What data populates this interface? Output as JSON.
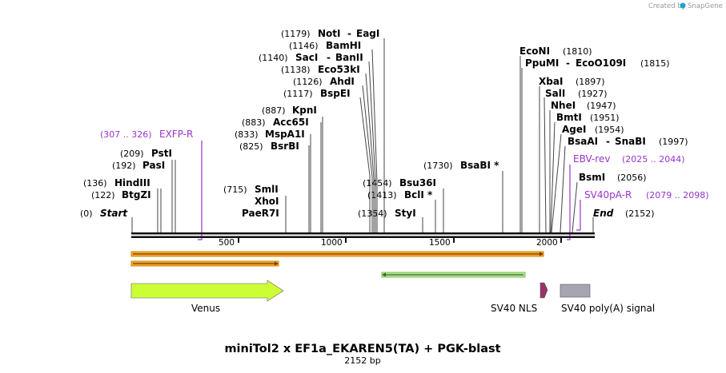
{
  "credit": {
    "text": "Created by",
    "brand": "SnapGene"
  },
  "map": {
    "title": "miniTol2 x EF1a_EKAREN5(TA) + PGK-blast",
    "length_label": "2152 bp",
    "total_bp": 2152,
    "start_label": "Start",
    "start_pos": "(0)",
    "end_label": "End",
    "end_pos": "(2152)",
    "ticks": [
      "500",
      "1000",
      "1500",
      "2000"
    ]
  },
  "enzymes": [
    {
      "pos": "(136)",
      "name": "HindIII",
      "bp": 136
    },
    {
      "pos": "(122)",
      "name": "BtgZI",
      "bp": 122
    },
    {
      "pos": "(209)",
      "name": "PstI",
      "bp": 209
    },
    {
      "pos": "(192)",
      "name": "PasI",
      "bp": 192
    },
    {
      "pos": "(715)",
      "name": "SmlI",
      "bp": 715
    },
    {
      "pos": "",
      "name": "XhoI",
      "bp": 715
    },
    {
      "pos": "",
      "name": "PaeR7I",
      "bp": 715
    },
    {
      "pos": "(887)",
      "name": "KpnI",
      "bp": 887
    },
    {
      "pos": "(883)",
      "name": "Acc65I",
      "bp": 883
    },
    {
      "pos": "(833)",
      "name": "MspA1I",
      "bp": 833
    },
    {
      "pos": "(825)",
      "name": "BsrBI",
      "bp": 825
    },
    {
      "pos": "(1179)",
      "name": "NotI",
      "name2": "EagI",
      "bp": 1179
    },
    {
      "pos": "(1146)",
      "name": "BamHI",
      "bp": 1146
    },
    {
      "pos": "(1140)",
      "name": "SacI",
      "name2": "BanII",
      "bp": 1140
    },
    {
      "pos": "(1138)",
      "name": "Eco53kI",
      "bp": 1138
    },
    {
      "pos": "(1126)",
      "name": "AhdI",
      "bp": 1126
    },
    {
      "pos": "(1117)",
      "name": "BspEI",
      "bp": 1117
    },
    {
      "pos": "(1454)",
      "name": "Bsu36I",
      "bp": 1454
    },
    {
      "pos": "(1413)",
      "name": "BclI *",
      "bp": 1413
    },
    {
      "pos": "(1354)",
      "name": "StyI",
      "bp": 1354
    },
    {
      "pos": "(1730)",
      "name": "BsaBI *",
      "bp": 1730
    },
    {
      "pos": "(1810)",
      "name": "EcoNI",
      "bp": 1810
    },
    {
      "pos": "(1815)",
      "name": "PpuMI",
      "name2": "EcoO109I",
      "bp": 1815
    },
    {
      "pos": "(1897)",
      "name": "XbaI",
      "bp": 1897
    },
    {
      "pos": "(1927)",
      "name": "SalI",
      "bp": 1927
    },
    {
      "pos": "(1947)",
      "name": "NheI",
      "bp": 1947
    },
    {
      "pos": "(1951)",
      "name": "BmtI",
      "bp": 1951
    },
    {
      "pos": "(1954)",
      "name": "AgeI",
      "bp": 1954
    },
    {
      "pos": "(1997)",
      "name": "BsaAI",
      "name2": "SnaBI",
      "bp": 1997
    },
    {
      "pos": "(2056)",
      "name": "BsmI",
      "bp": 2056
    }
  ],
  "primers": [
    {
      "name": "EXFP-R",
      "range": "(307 .. 326)",
      "start": 307,
      "end": 326
    },
    {
      "name": "EBV-rev",
      "range": "(2025 .. 2044)",
      "start": 2025,
      "end": 2044
    },
    {
      "name": "SV40pA-R",
      "range": "(2079 .. 2098)",
      "start": 2079,
      "end": 2098
    }
  ],
  "features": [
    {
      "label": "Venus",
      "type": "CDS",
      "color": "#ccff33"
    },
    {
      "label": "SV40 NLS",
      "type": "NLS",
      "color": "#993366"
    },
    {
      "label": "SV40 poly(A) signal",
      "type": "polyA_signal",
      "color": "#a6a6b3"
    }
  ],
  "colors": {
    "primer": "#9933cc",
    "orf_fill": "#ff9933",
    "orf_outline": "#e6b800",
    "reverse_orf": "#66cc33"
  }
}
